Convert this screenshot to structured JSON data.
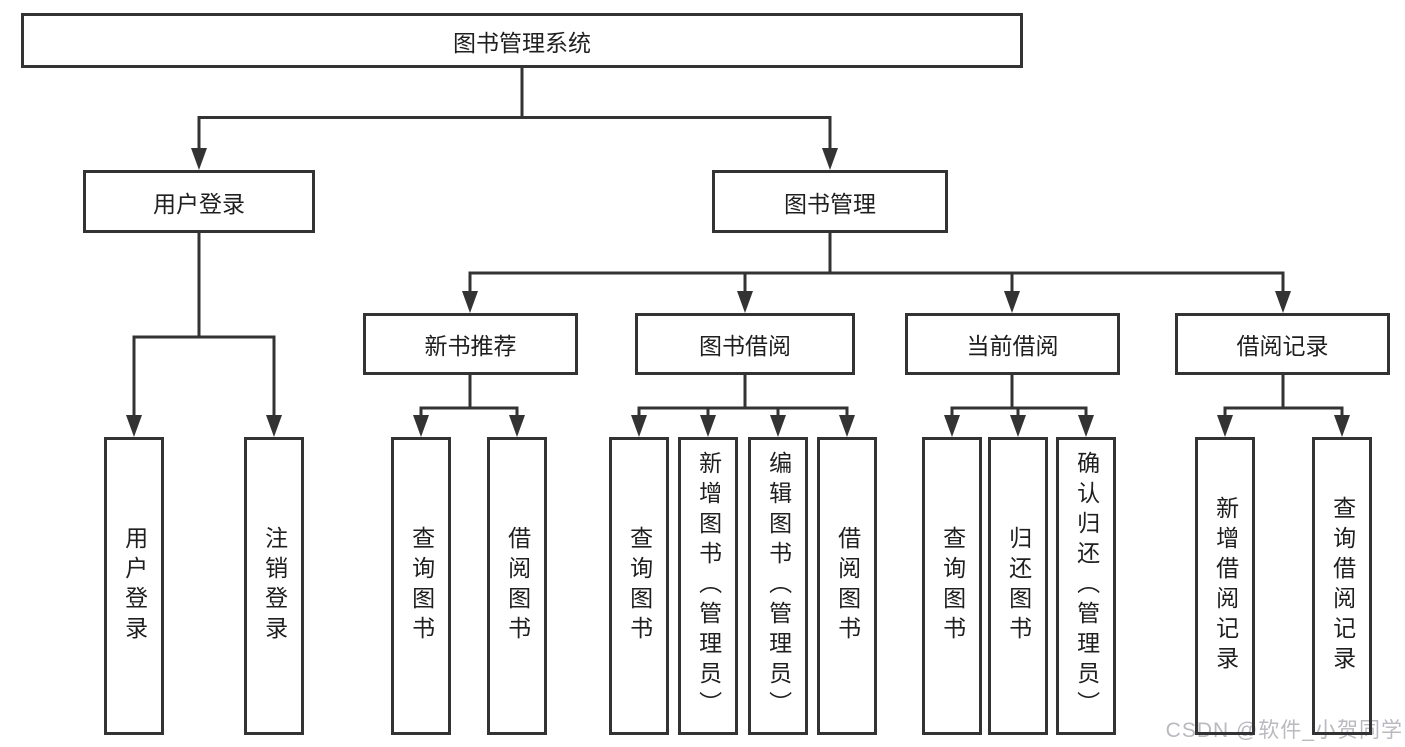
{
  "colors": {
    "line": "#333333",
    "text": "#1f1f1f",
    "watermark": "#b9b9bf",
    "background": "#ffffff"
  },
  "watermark": {
    "text": "CSDN @软件_小贺同学"
  },
  "diagram": {
    "type": "hierarchy-tree",
    "root": {
      "label": "图书管理系统",
      "children": [
        {
          "label": "用户登录",
          "children": [
            {
              "label": "用户登录"
            },
            {
              "label": "注销登录"
            }
          ]
        },
        {
          "label": "图书管理",
          "children": [
            {
              "label": "新书推荐",
              "children": [
                {
                  "label": "查询图书"
                },
                {
                  "label": "借阅图书"
                }
              ]
            },
            {
              "label": "图书借阅",
              "children": [
                {
                  "label": "查询图书"
                },
                {
                  "label": "新增图书（管理员）"
                },
                {
                  "label": "编辑图书（管理员）"
                },
                {
                  "label": "借阅图书"
                }
              ]
            },
            {
              "label": "当前借阅",
              "children": [
                {
                  "label": "查询图书"
                },
                {
                  "label": "归还图书"
                },
                {
                  "label": "确认归还（管理员）"
                }
              ]
            },
            {
              "label": "借阅记录",
              "children": [
                {
                  "label": "新增借阅记录"
                },
                {
                  "label": "查询借阅记录"
                }
              ]
            }
          ]
        }
      ]
    }
  }
}
